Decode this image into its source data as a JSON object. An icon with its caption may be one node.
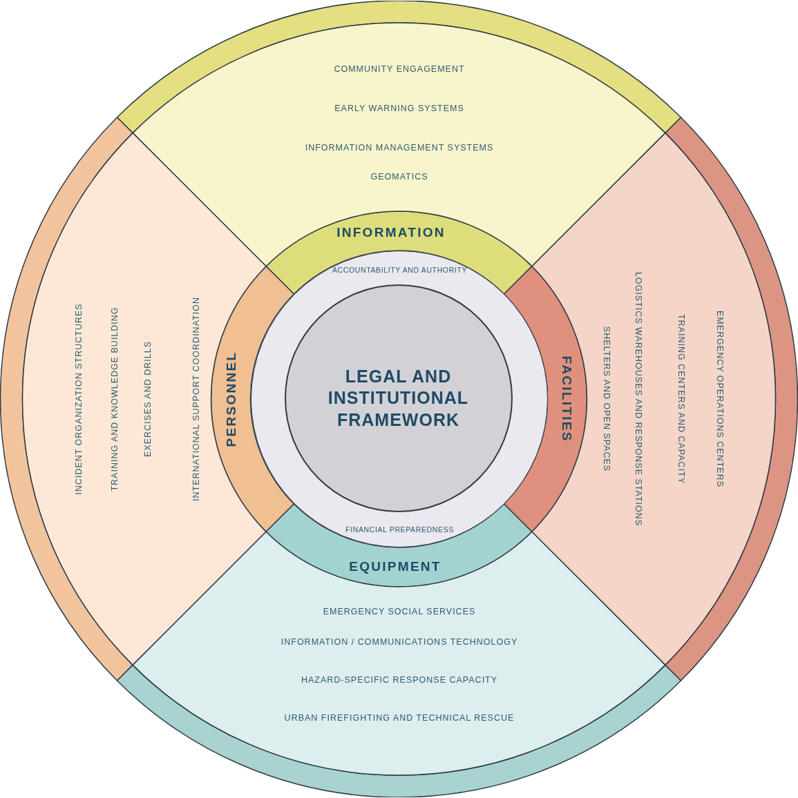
{
  "diagram": {
    "nodes": [
      {
        "text": [
          "ACCOUNTABILITY AND AUTHORITY",
          "FINANCIAL PREPAREDNESS"
        ]
      },
      {
        "text": [
          "LEGAL AND INSTITUTIONAL FRAMEWORK"
        ],
        "in": 0
      },
      {
        "text": [
          "INFORMATION"
        ]
      },
      {
        "text": [
          "COMMUNITY ENGAGEMENT",
          "EARLY WARNING SYSTEMS",
          "INFORMATION MANAGEMENT SYSTEMS",
          "GEOMATICS"
        ]
      },
      {
        "text": [
          "PERSONNEL"
        ]
      },
      {
        "text": [
          "INCIDENT ORGANIZATION STRUCTURES",
          "TRAINING AND KNOWLEDGE BUILDING",
          "EXERCISES AND DRILLS",
          "INTERNATIONAL SUPPORT COORDINATION"
        ]
      },
      {
        "text": [
          "FACILITIES"
        ]
      },
      {
        "text": [
          "EMERGENCY OPERATIONS CENTERS",
          "TRAINING CENTERS AND CAPACITY",
          "LOGISTICS WAREHOUSES AND RESPONSE STATIONS",
          "SHELTERS AND OPEN SPACES"
        ]
      },
      {
        "text": [
          "EQUIPMENT"
        ]
      },
      {
        "text": [
          "EMERGENCY SOCIAL SERVICES",
          "INFORMATION / COMMUNICATIONS TECHNOLOGY",
          "HAZARD-SPECIFIC RESPONSE CAPACITY",
          "URBAN FIREFIGHTING AND TECHNICAL RESCUE"
        ]
      }
    ]
  }
}
